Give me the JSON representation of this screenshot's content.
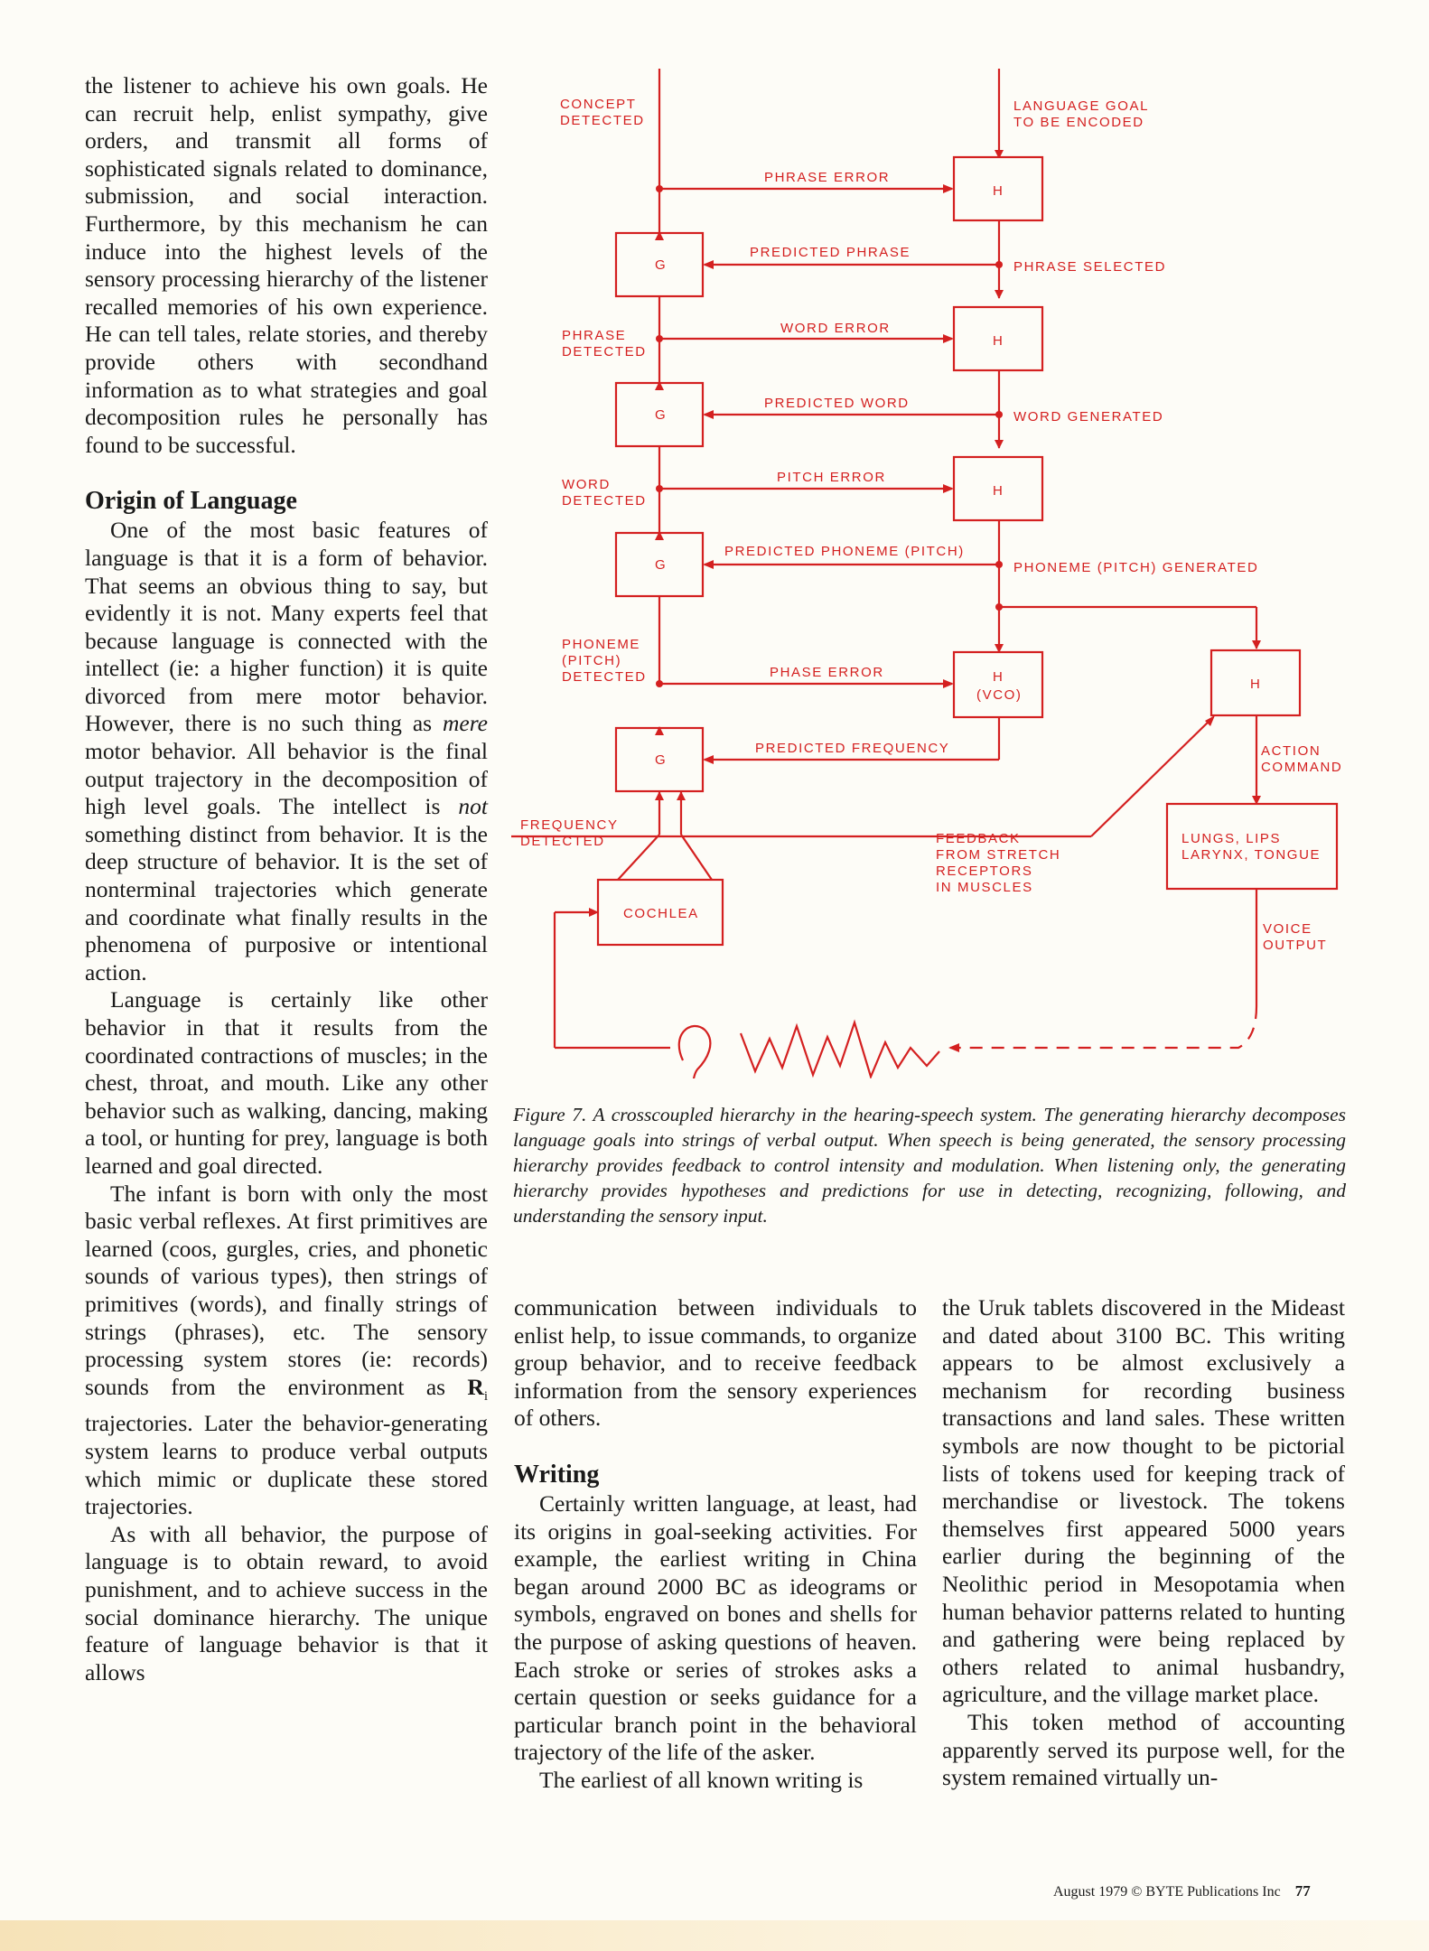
{
  "col1": {
    "p_intro": "the listener to achieve his own goals. He can recruit help, enlist sympathy, give orders, and transmit all forms of sophisticated signals related to dominance, submission, and social interaction. Furthermore, by this mechanism he can induce into the highest levels of the sensory processing hierarchy of the listener recalled memories of his own experience. He can tell tales, relate stories, and thereby provide others with secondhand information as to what strategies and goal decomposition rules he personally has found to be successful.",
    "heading": "Origin of Language",
    "p1_a": "One of the most basic features of language is that it is a form of behavior. That seems an obvious thing to say, but evidently it is not. Many experts feel that because language is connected with the intellect (ie: a higher function) it is quite divorced from mere motor behavior. However, there is no such thing as ",
    "p1_em1": "mere",
    "p1_b": " motor behavior. All behavior is the final output trajectory in the decomposition of high level goals. The intellect is ",
    "p1_em2": "not",
    "p1_c": " something distinct from behavior. It is the deep structure of behavior. It is the set of nonterminal trajectories which generate and coordinate what finally results in the phenomena of purposive or intentional action.",
    "p2": "Language is certainly like other behavior in that it results from the coordinated contractions of muscles; in the chest, throat, and mouth. Like any other behavior such as walking, dancing, making a tool, or hunting for prey, language is both learned and goal directed.",
    "p3_a": "The infant is born with only the most basic verbal reflexes. At first primitives are learned (coos, gurgles, cries, and phonetic sounds of various types), then strings of primitives (words), and finally strings of strings (phrases), etc. The sensory processing system stores (ie: records) sounds from the environment as ",
    "p3_r": "R",
    "p3_sub": "i",
    "p3_b": " trajectories. Later the behavior-generating system learns to produce verbal outputs which mimic or duplicate these stored trajectories.",
    "p4": "As with all behavior, the purpose of language is to obtain reward, to avoid punishment, and to achieve success in the social dominance hierarchy. The unique feature of language behavior is that it allows"
  },
  "col2": {
    "p1": "communication between individuals to enlist help, to issue commands, to organize group behavior, and to receive feedback information from the sensory experiences of others.",
    "heading": "Writing",
    "p2": "Certainly written language, at least, had its origins in goal-seeking activities. For example, the earliest writing in China began around 2000 BC as ideograms or symbols, engraved on bones and shells for the purpose of asking questions of heaven. Each stroke or series of strokes asks a certain question or seeks guidance for a particular branch point in the behavioral trajectory of the life of the asker.",
    "p3": "The earliest of all known writing is"
  },
  "col3": {
    "p1": "the Uruk tablets discovered in the Mideast and dated about 3100 BC. This writing appears to be almost exclusively a mechanism for recording business transactions and land sales. These written symbols are now thought to be pictorial lists of tokens used for keeping track of merchandise or livestock. The tokens themselves first appeared 5000 years earlier during the beginning of the Neolithic period in Mesopotamia when human behavior patterns related to hunting and gathering were being replaced by others related to animal husbandry, agriculture, and the village market place.",
    "p2": "This token method of accounting apparently served its purpose well, for the system remained virtually un-"
  },
  "figure": {
    "labels": {
      "concept_detected_1": "CONCEPT",
      "concept_detected_2": "DETECTED",
      "language_goal_1": "LANGUAGE GOAL",
      "language_goal_2": "TO BE ENCODED",
      "phrase_error": "PHRASE ERROR",
      "predicted_phrase": "PREDICTED PHRASE",
      "phrase_selected": "PHRASE SELECTED",
      "phrase_detected_1": "PHRASE",
      "phrase_detected_2": "DETECTED",
      "word_error": "WORD ERROR",
      "predicted_word": "PREDICTED WORD",
      "word_generated": "WORD GENERATED",
      "word_detected_1": "WORD",
      "word_detected_2": "DETECTED",
      "pitch_error": "PITCH ERROR",
      "predicted_phoneme": "PREDICTED PHONEME (PITCH)",
      "phoneme_generated": "PHONEME (PITCH) GENERATED",
      "phoneme_detected_1": "PHONEME",
      "phoneme_detected_2": "(PITCH)",
      "phoneme_detected_3": "DETECTED",
      "phase_error": "PHASE ERROR",
      "predicted_frequency": "PREDICTED FREQUENCY",
      "frequency_detected_1": "FREQUENCY",
      "frequency_detected_2": "DETECTED",
      "cochlea": "COCHLEA",
      "feedback_1": "FEEDBACK",
      "feedback_2": "FROM STRETCH",
      "feedback_3": "RECEPTORS",
      "feedback_4": "IN MUSCLES",
      "action_command_1": "ACTION",
      "action_command_2": "COMMAND",
      "lungs_1": "LUNGS, LIPS",
      "lungs_2": "LARYNX, TONGUE",
      "voice_output_1": "VOICE",
      "voice_output_2": "OUTPUT",
      "g": "G",
      "h": "H",
      "vco": "(VCO)"
    },
    "caption_label": "Figure 7.",
    "caption_text": " A crosscoupled hierarchy in the hearing-speech system. The generating hierarchy decomposes language goals into strings of verbal output. When speech is being generated, the sensory processing hierarchy provides feedback to control intensity and modulation. When listening only, the generating hierarchy provides hypotheses and predictions for use in detecting, recognizing, following, and understanding the sensory input.",
    "line_color": "#d42020"
  },
  "footer": {
    "text": "August 1979 © BYTE Publications Inc",
    "page": "77"
  }
}
